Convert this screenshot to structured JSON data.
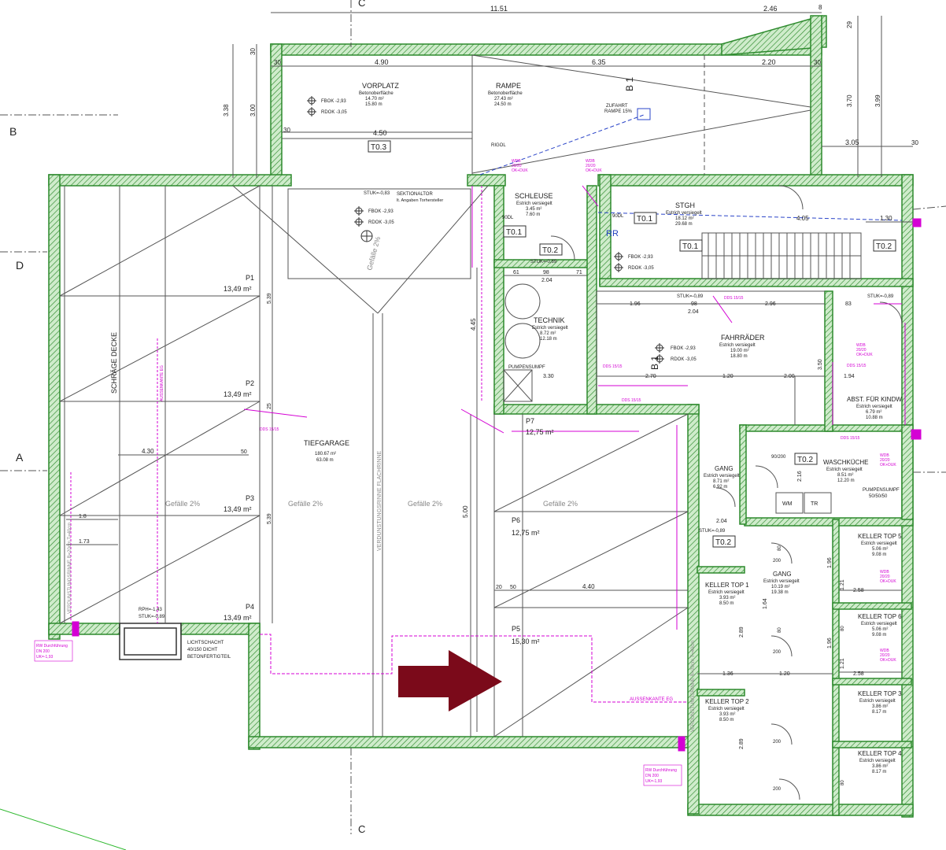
{
  "sections": {
    "top": "C",
    "bottom": "C",
    "left": [
      "B",
      "D",
      "A"
    ]
  },
  "top_dims": [
    "11.51",
    "2.46",
    "8",
    "4.90",
    "6.35",
    "2.20",
    "30",
    "30",
    "30",
    "4.50",
    "3.05",
    "30"
  ],
  "side_dims": [
    "3.38",
    "3.00",
    "30",
    "29",
    "3.70",
    "3.99",
    "4.45",
    "5.00"
  ],
  "rooms": {
    "vorplatz": {
      "name": "VORPLATZ",
      "sub": "Betonoberfläche",
      "area": "14.70 m²",
      "perim": "15.80 m",
      "fbok": "FBOK -2,93",
      "rdok": "RDOK -3,05"
    },
    "rampe": {
      "name": "RAMPE",
      "sub": "Betonoberfläche",
      "area": "27.43 m²",
      "perim": "24.50 m"
    },
    "zufahrt": {
      "line1": "ZUFAHRT",
      "line2": "RAMPE 15%"
    },
    "to3": "T0.3",
    "rigol": "RIGOL",
    "sektionaltor": {
      "stuk": "STUK=-0,83",
      "line1": "SEKTIONALTOR",
      "line2": "lt. Angaben Torhersteller",
      "fbok": "FBOK -2,93",
      "rdok": "RDOK -3,05"
    },
    "schleuse": {
      "name": "SCHLEUSE",
      "sub": "Estrich versiegelt",
      "area": "3.45 m²",
      "perim": "7.60 m"
    },
    "stgh": {
      "name": "STGH",
      "sub": "Estrich versiegelt",
      "area": "18.12 m²",
      "perim": "29.68 m",
      "fbok": "FBOK -2,93",
      "rdok": "RDOK -3,05"
    },
    "technik": {
      "name": "TECHNIK",
      "sub": "Estrich versiegelt",
      "area": "8.72 m²",
      "perim": "12.18 m",
      "pump": "PUMPENSUMPF"
    },
    "fahrraeder": {
      "name": "FAHRRÄDER",
      "sub": "Estrich versiegelt",
      "area": "19.00 m²",
      "perim": "18.80 m",
      "fbok": "FBOK -2,93",
      "rdok": "RDOK -3,05"
    },
    "abst": {
      "name": "ABST. FÜR KINDW.",
      "sub": "Estrich versiegelt",
      "area": "6.79 m²",
      "perim": "10.88 m"
    },
    "tiefgarage": {
      "name": "TIEFGARAGE",
      "area": "180.67 m²",
      "perim": "63.08 m"
    },
    "schraege": "SCHRÄGE DECKE",
    "aussenkante_eg": "AUSSENKANTE EG",
    "gang1": {
      "name": "GANG",
      "sub": "Estrich versiegelt",
      "area": "8.71 m²",
      "perim": "6.92 m"
    },
    "waschkueche": {
      "name": "WASCHKÜCHE",
      "sub": "Estrich versiegelt",
      "area": "8.51 m²",
      "perim": "12.20 m",
      "pump": "PUMPENSUMPF",
      "pump2": "50/50/50",
      "wm": "WM",
      "tr": "TR"
    },
    "gang2": {
      "name": "GANG",
      "sub": "Estrich versiegelt",
      "area": "10.19 m²",
      "perim": "19.38 m"
    },
    "keller1": {
      "name": "KELLER TOP 1",
      "sub": "Estrich versiegelt",
      "area": "3.93 m²",
      "perim": "8.50 m"
    },
    "keller2": {
      "name": "KELLER TOP 2",
      "sub": "Estrich versiegelt",
      "area": "3.93 m²",
      "perim": "8.50 m"
    },
    "keller3": {
      "name": "KELLER TOP 3",
      "sub": "Estrich versiegelt",
      "area": "3.86 m²",
      "perim": "8.17 m"
    },
    "keller4": {
      "name": "KELLER TOP 4",
      "sub": "Estrich versiegelt",
      "area": "3.86 m²",
      "perim": "8.17 m"
    },
    "keller5": {
      "name": "KELLER TOP 5",
      "sub": "Estrich versiegelt",
      "area": "5.06 m²",
      "perim": "9.08 m"
    },
    "keller6": {
      "name": "KELLER TOP 6",
      "sub": "Estrich versiegelt",
      "area": "5.06 m²",
      "perim": "9.08 m"
    }
  },
  "parking": [
    {
      "id": "P1",
      "area": "13,49 m²"
    },
    {
      "id": "P2",
      "area": "13,49 m²"
    },
    {
      "id": "P3",
      "area": "13,49 m²"
    },
    {
      "id": "P4",
      "area": "13,49 m²"
    },
    {
      "id": "P5",
      "area": "15,30 m²"
    },
    {
      "id": "P6",
      "area": "12,75 m²"
    },
    {
      "id": "P7",
      "area": "12,75 m²"
    }
  ],
  "gefaelle": "Gefälle 2%",
  "rinne": "VERDUNSTUNGSRINNE FLACHRINNE",
  "rinne_side": "VERDUNSTUNGSRINNE B=20cm T=40cm",
  "aussenkante": "AUSSENKANTE EG",
  "lichtschacht": {
    "l1": "LICHTSCHACHT",
    "l2": "40/150 DICHT",
    "l3": "BETONFERTIGTEIL",
    "rph": "RPH=-1,43",
    "stuk": "STUK=-0,89"
  },
  "tags": [
    "T0.1",
    "T0.2",
    "T0.1",
    "T0.1",
    "T0.2",
    "T0.2",
    "T0.2"
  ],
  "rr": "RR",
  "b1": "B 1",
  "doors": [
    "90DL",
    "90DL",
    "90/200"
  ],
  "stuk_label": "STUK=-0,89",
  "dim_mid": [
    "4.30",
    "50",
    "1.8",
    "1.73",
    "5.39",
    "5.39",
    "25",
    "4.40",
    "20",
    "50",
    "3.30",
    "2.70",
    "1.20",
    "2.00",
    "1.94",
    "1.96",
    "2.96",
    "83",
    "98",
    "2.04",
    "61",
    "98",
    "71",
    "2.04",
    "4.05",
    "1.30",
    "3.50",
    "2.16",
    "2.04",
    "1.36",
    "1.20",
    "2.58",
    "2.58",
    "2.89",
    "2.89",
    "1.64",
    "1.96",
    "1.96",
    "1.21",
    "1.21",
    "80",
    "80",
    "80",
    "80",
    "200",
    "200",
    "200",
    "200"
  ],
  "drain": {
    "l1": "RW Durchführung",
    "l2": "DN 200",
    "l3": "UK=-1,93"
  },
  "wdb": {
    "l1": "WDB",
    "l2": "20/20",
    "l3": "OK+DUK"
  },
  "dds": "DDS 15/15",
  "colors": {
    "wall": "#2d8a2d",
    "wall_fill": "#c9e8c4",
    "magenta": "#d400d4",
    "blue": "#2a44c8",
    "arrow": "#7b0a1a",
    "line": "#333333"
  }
}
